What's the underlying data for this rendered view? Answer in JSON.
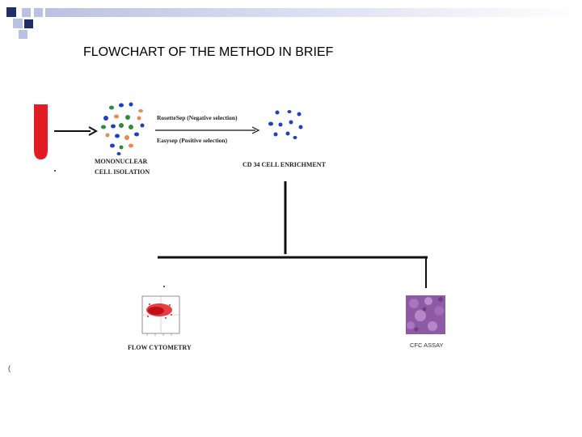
{
  "title": "FLOWCHART OF THE METHOD IN BRIEF",
  "labels": {
    "mononuclear_line1": "MONONUCLEAR",
    "mononuclear_line2": "CELL ISOLATION",
    "rosettesep": "RosetteSep (Negative selection)",
    "easysep": "Easysep (Positive selection)",
    "cd34": "CD 34 CELL ENRICHMENT",
    "flow": "FLOW CYTOMETRY",
    "cfc": "CFC ASSAY"
  },
  "colors": {
    "deco_dark": "#1f2d6b",
    "deco_light": "#b9c2e3",
    "tube_red": "#e31b23",
    "line": "#111111",
    "cell_blue": "#1f3fbf",
    "cell_green": "#2e8b3a",
    "cell_orange": "#e98a4f",
    "cfc_purple": "#8e5aa6"
  }
}
